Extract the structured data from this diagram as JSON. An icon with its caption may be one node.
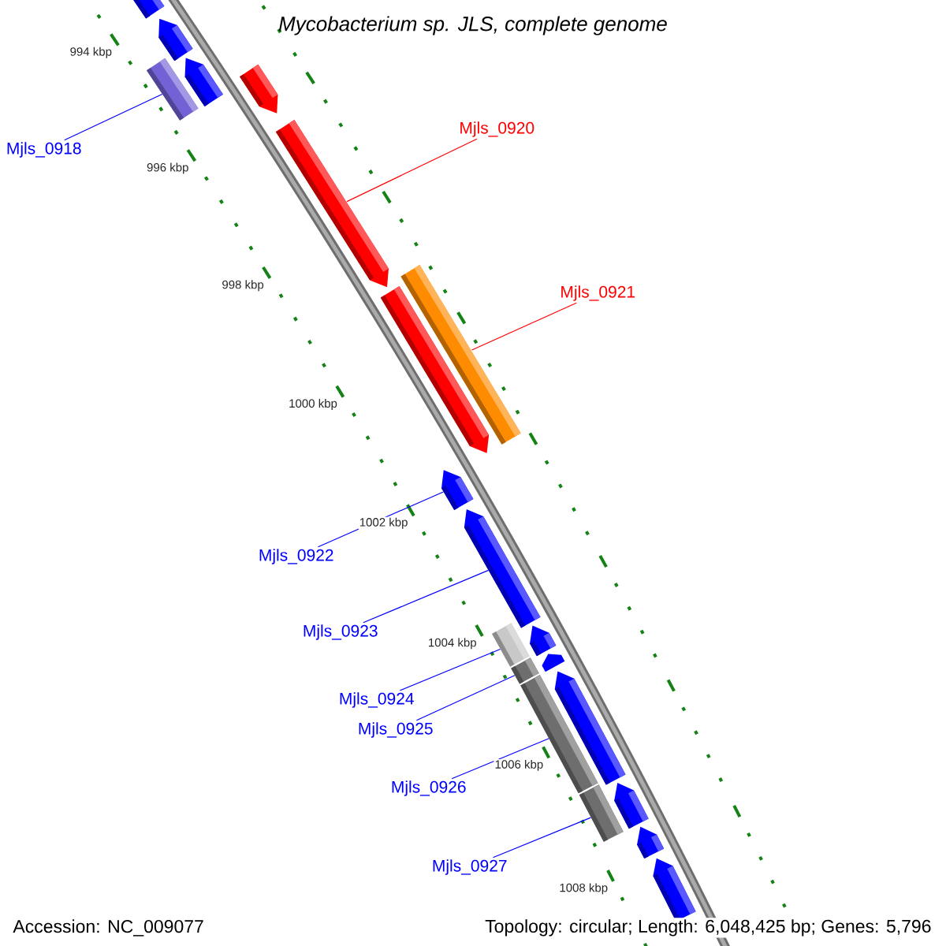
{
  "diagram": {
    "title": "*Mycobacterium sp. JLS, complete genome*",
    "nodes": [
      {
        "text": [
          "Mjls_0918"
        ]
      },
      {
        "text": [
          "Mjls_0920"
        ]
      },
      {
        "text": [
          "Mjls_0921"
        ]
      },
      {
        "text": [
          "Mjls_0922"
        ]
      },
      {
        "text": [
          "Mjls_0923"
        ]
      },
      {
        "text": [
          "Mjls_0924"
        ]
      },
      {
        "text": [
          "Mjls_0925"
        ]
      },
      {
        "text": [
          "Mjls_0926"
        ]
      },
      {
        "text": [
          "Mjls_0927"
        ]
      },
      {
        "text": [],
        "shape": "bar"
      },
      {
        "text": [],
        "shape": "bar"
      },
      {
        "text": [],
        "shape": "bar"
      },
      {
        "text": [],
        "shape": "bar"
      },
      {
        "text": [],
        "shape": "bar"
      },
      {
        "text": [],
        "shape": "bar"
      },
      {
        "text": [],
        "shape": "bar"
      },
      {
        "text": [],
        "shape": "bar"
      },
      {
        "text": [],
        "shape": "bar"
      },
      {
        "text": [],
        "shape": "bar"
      },
      {
        "text": [],
        "shape": "bar"
      },
      {
        "text": [],
        "shape": "bar"
      },
      {
        "text": [],
        "shape": "bar"
      },
      {
        "text": [],
        "shape": "bar"
      },
      {
        "text": [],
        "shape": "bar"
      },
      {
        "text": [],
        "shape": "bar"
      },
      {
        "text": [],
        "shape": "bar"
      },
      {
        "text": [],
        "shape": "bar"
      },
      {
        "text": [],
        "shape": "bar"
      },
      {
        "text": [],
        "shape": "bar"
      }
    ],
    "edges": [
      {
        "from": 0,
        "to": 11,
        "arrow": "none"
      },
      {
        "from": 1,
        "to": 14,
        "arrow": "none",
        "color": "#ff0000"
      },
      {
        "from": 2,
        "to": 15,
        "arrow": "none",
        "color": "#ff0000"
      },
      {
        "from": 3,
        "to": 17,
        "arrow": "none"
      },
      {
        "from": 4,
        "to": 18,
        "arrow": "none"
      },
      {
        "from": 5,
        "to": 19,
        "arrow": "none"
      },
      {
        "from": 6,
        "to": 21,
        "arrow": "none"
      },
      {
        "from": 7,
        "to": 23,
        "arrow": "none"
      },
      {
        "from": 8,
        "to": 25,
        "arrow": "none"
      }
    ],
    "labels": [
      "994 kbp",
      "996 kbp",
      "998 kbp",
      "1000 kbp",
      "1002 kbp",
      "1004 kbp",
      "1006 kbp",
      "1008 kbp",
      "Accession: NC_009077",
      "Topology: circular; Length: 6,048,425 bp; Genes: 5,796"
    ]
  }
}
